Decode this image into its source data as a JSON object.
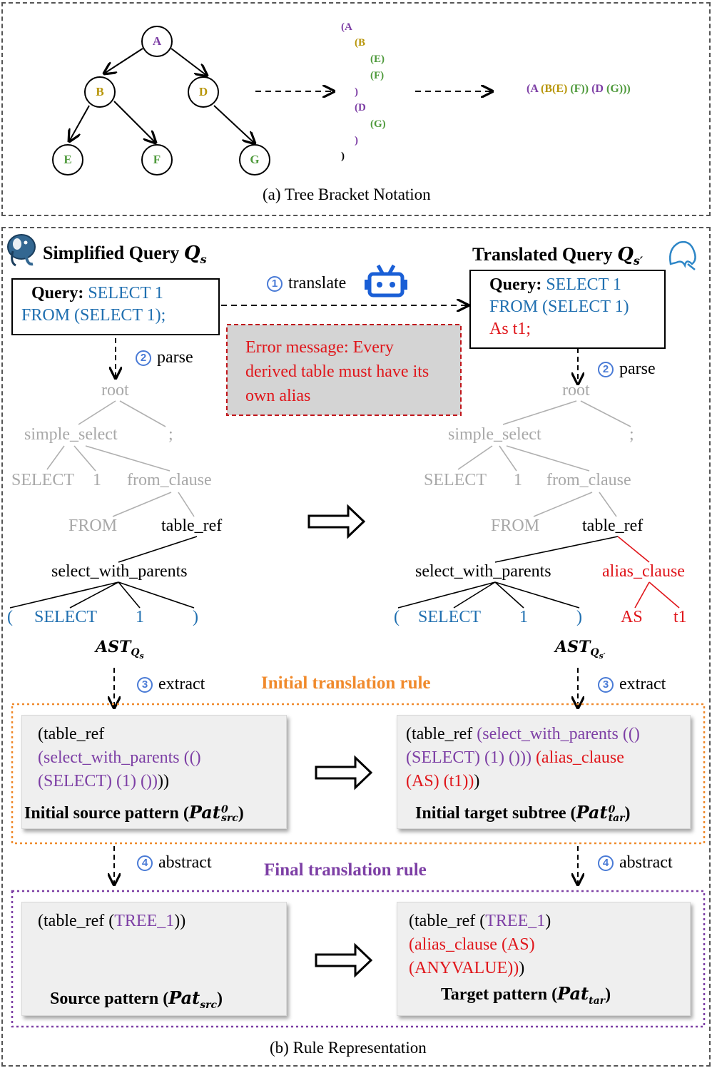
{
  "panel_a": {
    "caption": "(a) Tree Bracket Notation",
    "nodes": {
      "A": "A",
      "B": "B",
      "D": "D",
      "E": "E",
      "F": "F",
      "G": "G"
    },
    "bracket_lines": [
      "(A",
      "(B",
      "(E)",
      "(F)",
      ")",
      "(D",
      "(G)",
      ")",
      ")"
    ],
    "inline_notation": [
      "(A",
      "(B(E)",
      "(F))",
      "(D",
      "(G)))"
    ]
  },
  "panel_b": {
    "caption": "(b) Rule Representation",
    "left_title": "Simplified Query",
    "left_title_sym": "Q",
    "left_title_sub": "s",
    "right_title": "Translated Query",
    "right_title_sym": "Q",
    "right_title_sub": "s′",
    "left_query": {
      "label": "Query:",
      "line1": "SELECT 1",
      "line2": "FROM (SELECT 1);"
    },
    "right_query": {
      "label": "Query:",
      "line1": "SELECT 1",
      "line2": "FROM (SELECT 1)",
      "line3": "As t1;"
    },
    "error_message": "Error message: Every derived table must have its own alias",
    "steps": {
      "translate": "translate",
      "parse": "parse",
      "extract": "extract",
      "abstract": "abstract",
      "n1": "1",
      "n2": "2",
      "n3": "3",
      "n4": "4"
    },
    "left_tree": {
      "root": "root",
      "simple_select": "simple_select",
      "semi": ";",
      "select": "SELECT",
      "one": "1",
      "from_clause": "from_clause",
      "from": "FROM",
      "table_ref": "table_ref",
      "swp": "select_with_parents",
      "lp": "(",
      "sel2": "SELECT",
      "one2": "1",
      "rp": ")"
    },
    "right_tree": {
      "root": "root",
      "simple_select": "simple_select",
      "semi": ";",
      "select": "SELECT",
      "one": "1",
      "from_clause": "from_clause",
      "from": "FROM",
      "table_ref": "table_ref",
      "swp": "select_with_parents",
      "alias_clause": "alias_clause",
      "lp": "(",
      "sel2": "SELECT",
      "one2": "1",
      "rp": ")",
      "as": "AS",
      "t1": "t1"
    },
    "ast_left": {
      "sym": "AST",
      "sub": "Q",
      "subsub": "s"
    },
    "ast_right": {
      "sym": "AST",
      "sub": "Q",
      "subsub": "s′"
    },
    "initial_rule_label": "Initial translation rule",
    "final_rule_label": "Final translation rule",
    "init_src": {
      "l1": "(table_ref",
      "l2a": "(select_with_parents (()",
      "l3a": "(SELECT) (1) ())",
      "l3b": "))",
      "label": "Initial source pattern",
      "sym": "Pat",
      "sup": "0",
      "sub": "src"
    },
    "init_tar": {
      "l1a": "(table_ref",
      "l1b": "(select_with_parents (()",
      "l2a": "(SELECT) (1) ()))",
      "l2b": "(alias_clause",
      "l3a": "(AS) (t1))",
      "l3b": ")",
      "label": "Initial target subtree",
      "sym": "Pat",
      "sup": "0",
      "sub": "tar"
    },
    "final_src": {
      "l1a": "(table_ref (",
      "l1b": "TREE_1",
      "l1c": "))",
      "label": "Source pattern",
      "sym": "Pat",
      "sub": "src"
    },
    "final_tar": {
      "l1a": "(table_ref (",
      "l1b": "TREE_1",
      "l1c": ")",
      "l2": "(alias_clause (AS)",
      "l3": "(ANYVALUE))",
      "l3b": ")",
      "label": "Target pattern",
      "sym": "Pat",
      "sub": "tar"
    }
  },
  "colors": {
    "node_A": "#7d3fa5",
    "node_B": "#b8960a",
    "node_D": "#b8960a",
    "leaf": "#4f9a3c",
    "blue": "#1f6fb0",
    "red": "#e0161b",
    "purple": "#7d3fa5",
    "orange": "#f08a2c",
    "step_blue": "#4a7bd6"
  },
  "icons": [
    "postgresql-elephant-icon",
    "mysql-dolphin-icon",
    "robot-icon",
    "right-arrow-icon"
  ]
}
